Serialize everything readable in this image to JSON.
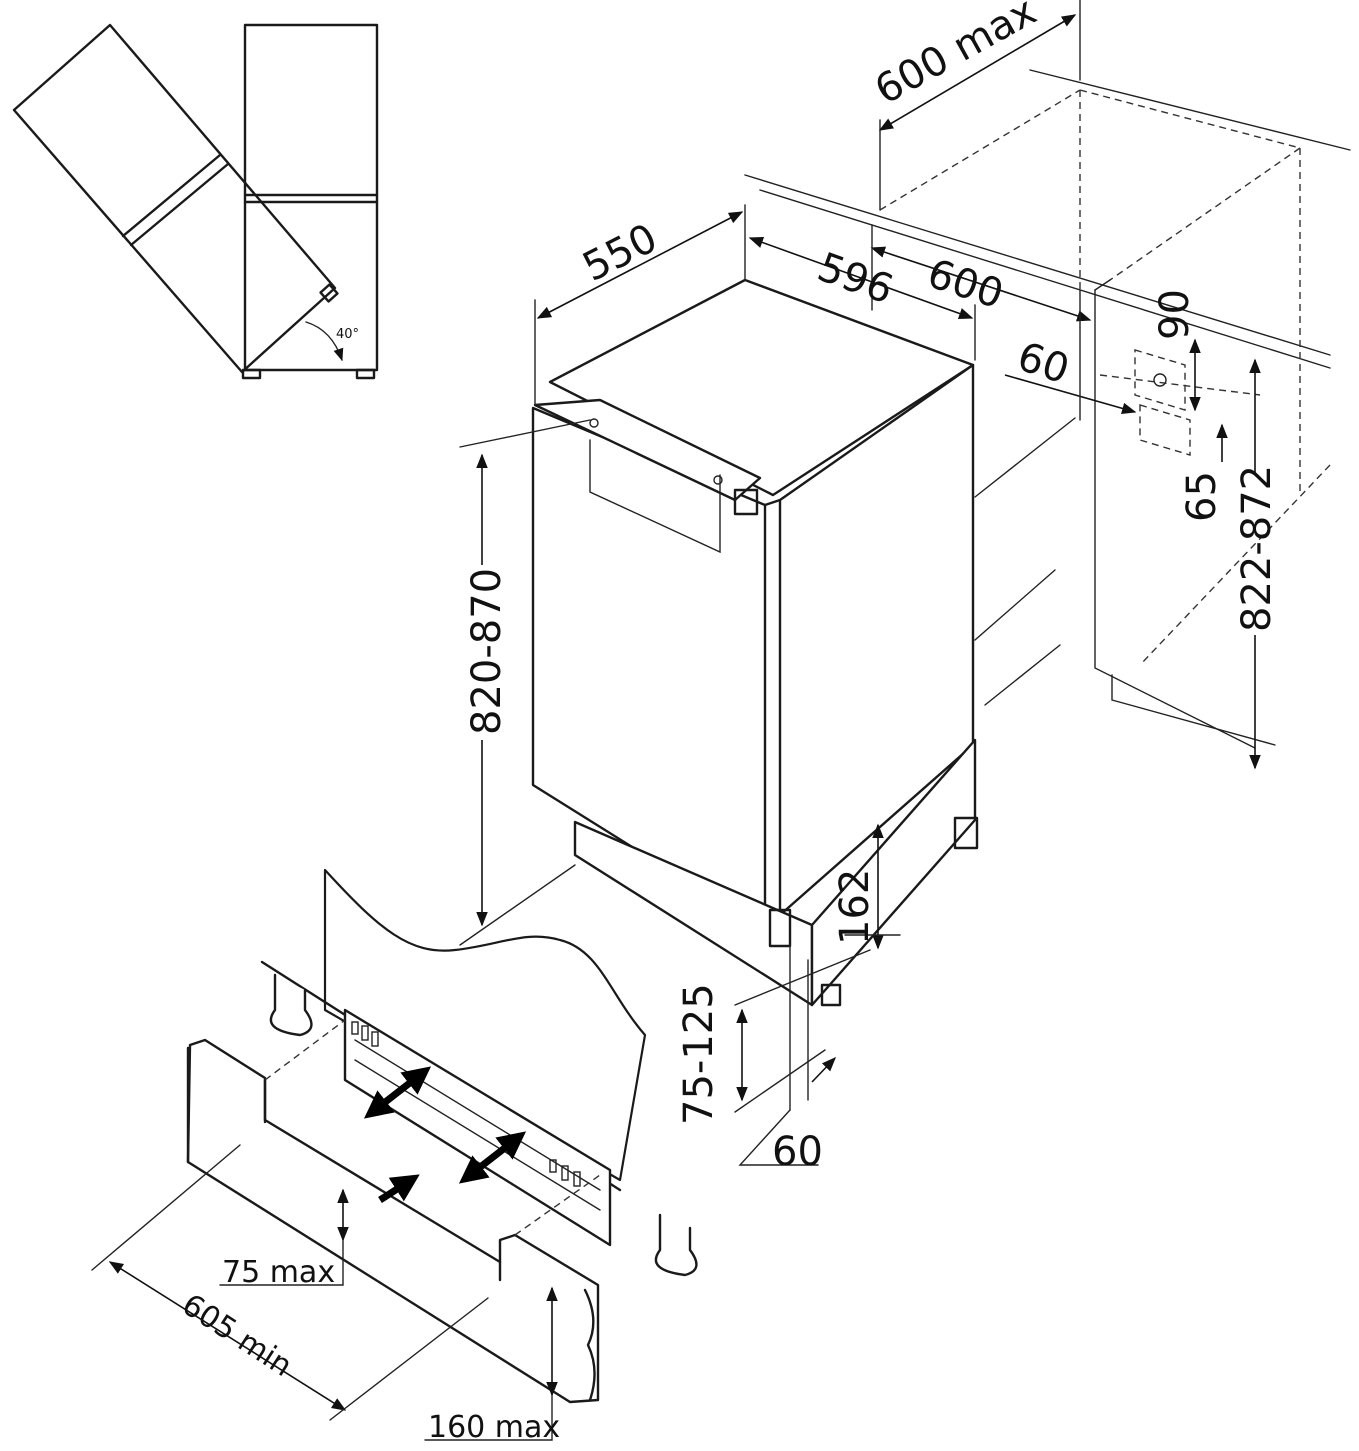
{
  "tilt": {
    "angle": "40°"
  },
  "dimensions": {
    "width_max": "600 max",
    "depth": "550",
    "width": "596",
    "niche_width": "600",
    "vent_gap": "60",
    "socket_height": "90",
    "socket_offset": "65",
    "niche_height": "822-872",
    "appliance_height": "820-870",
    "foot_height": "162",
    "plinth_height": "75-125",
    "plinth_depth": "60",
    "plinth_vent": "75 max",
    "plinth_length": "605 min",
    "plinth_max": "160 max"
  },
  "colors": {
    "line": "#1a1a1a",
    "background": "#ffffff"
  }
}
